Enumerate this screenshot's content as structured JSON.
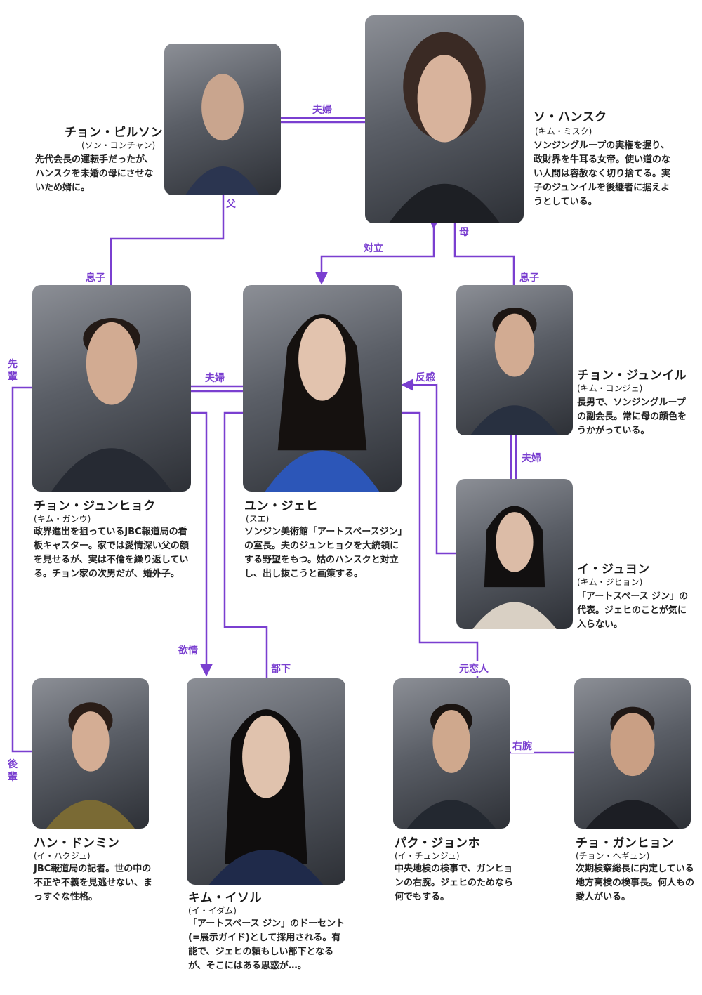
{
  "theme": {
    "line_color": "#7a3fd0"
  },
  "characters": {
    "pilsong": {
      "name": "チョン・ピルソン",
      "actor": "(ソン・ヨンチャン)",
      "desc": "先代会長の運転手だったが、ハンスクを未婚の母にさせないため婿に。",
      "icon": "portrait-older-man"
    },
    "hansuk": {
      "name": "ソ・ハンスク",
      "actor": "(キム・ミスク)",
      "desc": "ソンジングループの実権を握り、政財界を牛耳る女帝。使い道のない人間は容赦なく切り捨てる。実子のジュンイルを後継者に据えようとしている。",
      "icon": "portrait-older-woman"
    },
    "junhyuk": {
      "name": "チョン・ジュンヒョク",
      "actor": "(キム・ガンウ)",
      "desc": "政界進出を狙っているJBC報道局の看板キャスター。家では愛情深い父の顔を見せるが、実は不倫を繰り返している。チョン家の次男だが、婚外子。",
      "icon": "portrait-man-suit"
    },
    "jaehee": {
      "name": "ユン・ジェヒ",
      "actor": "(スエ)",
      "desc": "ソンジン美術館「アートスペースジン」の室長。夫のジュンヒョクを大統領にする野望をもつ。姑のハンスクと対立し、出し抜こうと画策する。",
      "icon": "portrait-woman-blue"
    },
    "junil": {
      "name": "チョン・ジュンイル",
      "actor": "(キム・ヨンジェ)",
      "desc": "長男で、ソンジングループの副会長。常に母の顔色をうかがっている。",
      "icon": "portrait-man-suit"
    },
    "juyeon": {
      "name": "イ・ジュヨン",
      "actor": "(キム・ジヒョン)",
      "desc": "「アートスペース ジン」の代表。ジェヒのことが気に入らない。",
      "icon": "portrait-woman-dark"
    },
    "dongmin": {
      "name": "ハン・ドンミン",
      "actor": "(イ・ハクジュ)",
      "desc": "JBC報道局の記者。世の中の不正や不義を見逃せない、まっすぐな性格。",
      "icon": "portrait-young-man"
    },
    "isol": {
      "name": "キム・イソル",
      "actor": "(イ・イダム)",
      "desc": "「アートスペース ジン」のドーセント(=展示ガイド)として採用される。有能で、ジェヒの頼もしい部下となるが、そこにはある思惑が…。",
      "icon": "portrait-young-woman"
    },
    "jongho": {
      "name": "パク・ジョンホ",
      "actor": "(イ・チュンジュ)",
      "desc": "中央地検の検事で、ガンヒョンの右腕。ジェヒのためなら何でもする。",
      "icon": "portrait-man-suit"
    },
    "ganhyon": {
      "name": "チョ・ガンヒョン",
      "actor": "(チョン・ヘギュン)",
      "desc": "次期検察総長に内定している地方高検の検事長。何人もの愛人がいる。",
      "icon": "portrait-older-man"
    }
  },
  "relations": {
    "pilsong_hansuk": "夫婦",
    "father": "父",
    "son_left": "息子",
    "mother": "母",
    "son_right": "息子",
    "conflict": "対立",
    "senpai": "先輩",
    "couple_junhyuk": "夫婦",
    "antipathy": "反感",
    "couple_junil": "夫婦",
    "lust": "欲情",
    "subordinate": "部下",
    "ex_lover": "元恋人",
    "right_hand": "右腕",
    "kohai": "後輩"
  }
}
